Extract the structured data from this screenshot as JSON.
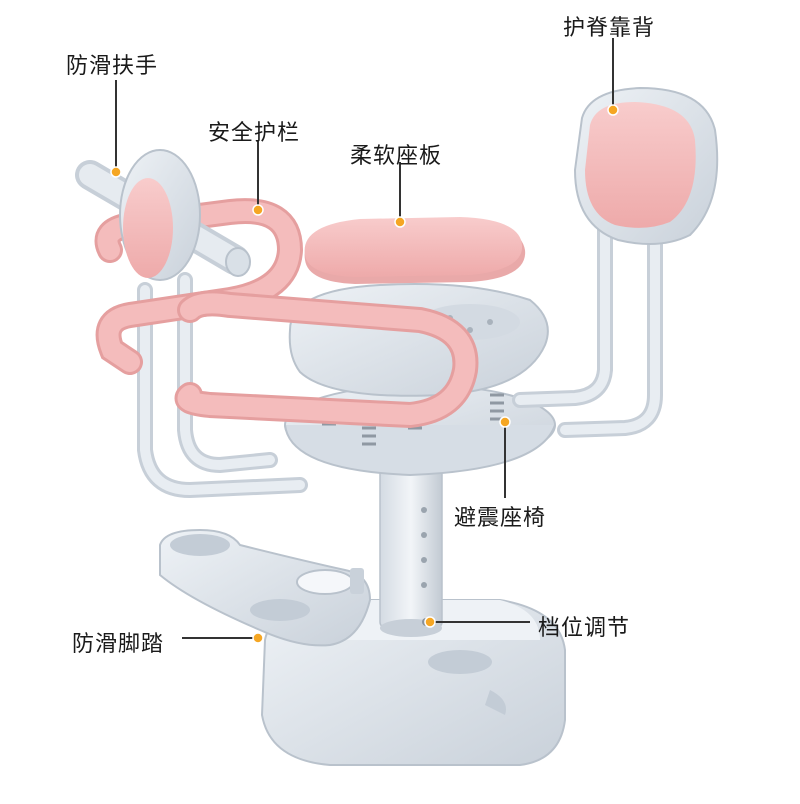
{
  "labels": {
    "anti_slip_handle": "防滑扶手",
    "safety_guardrail": "安全护栏",
    "soft_seat_board": "柔软座板",
    "back_protection": "护脊靠背",
    "shock_absorbing_seat": "避震座椅",
    "gear_adjustment": "档位调节",
    "anti_slip_pedal": "防滑脚踏"
  },
  "colors": {
    "frame": "#dde3ea",
    "frame_dark": "#b9c2cc",
    "pink": "#f4bcbc",
    "pink_dark": "#e59f9f",
    "leader_line": "#333333",
    "callout_dot": "#f5a623"
  }
}
